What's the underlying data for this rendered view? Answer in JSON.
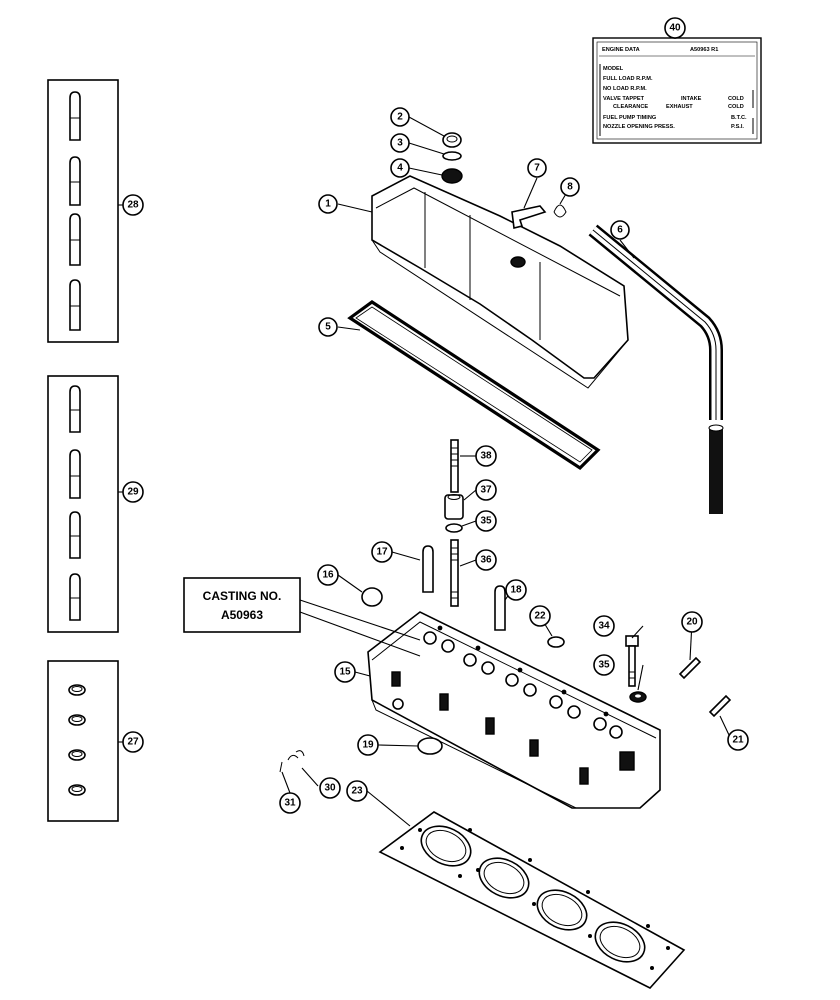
{
  "engine_data": {
    "title": "ENGINE DATA",
    "code": "A50963 R1",
    "rows": [
      {
        "label": "MODEL",
        "value": "",
        "value2": ""
      },
      {
        "label": "FULL LOAD R.P.M.",
        "value": "",
        "value2": ""
      },
      {
        "label": "NO LOAD R.P.M.",
        "value": "",
        "value2": ""
      },
      {
        "label": "VALVE TAPPET",
        "value": "INTAKE",
        "value2": "COLD"
      },
      {
        "label": "CLEARANCE",
        "value": "EXHAUST",
        "value2": "COLD"
      },
      {
        "label": "FUEL PUMP TIMING",
        "value": "",
        "value2": "B.T.C."
      },
      {
        "label": "NOZZLE OPENING PRESS.",
        "value": "",
        "value2": "P.S.I."
      }
    ]
  },
  "casting_label": {
    "line1": "CASTING NO.",
    "line2": "A50963"
  },
  "callouts": {
    "c1": "1",
    "c2": "2",
    "c3": "3",
    "c4": "4",
    "c5": "5",
    "c6": "6",
    "c7": "7",
    "c8": "8",
    "c15": "15",
    "c16": "16",
    "c17": "17",
    "c18": "18",
    "c19": "19",
    "c20": "20",
    "c21": "21",
    "c22": "22",
    "c23": "23",
    "c27": "27",
    "c28": "28",
    "c29": "29",
    "c30": "30",
    "c31": "31",
    "c34": "34",
    "c35a": "35",
    "c35b": "35",
    "c36": "36",
    "c37": "37",
    "c38": "38",
    "c40": "40"
  }
}
